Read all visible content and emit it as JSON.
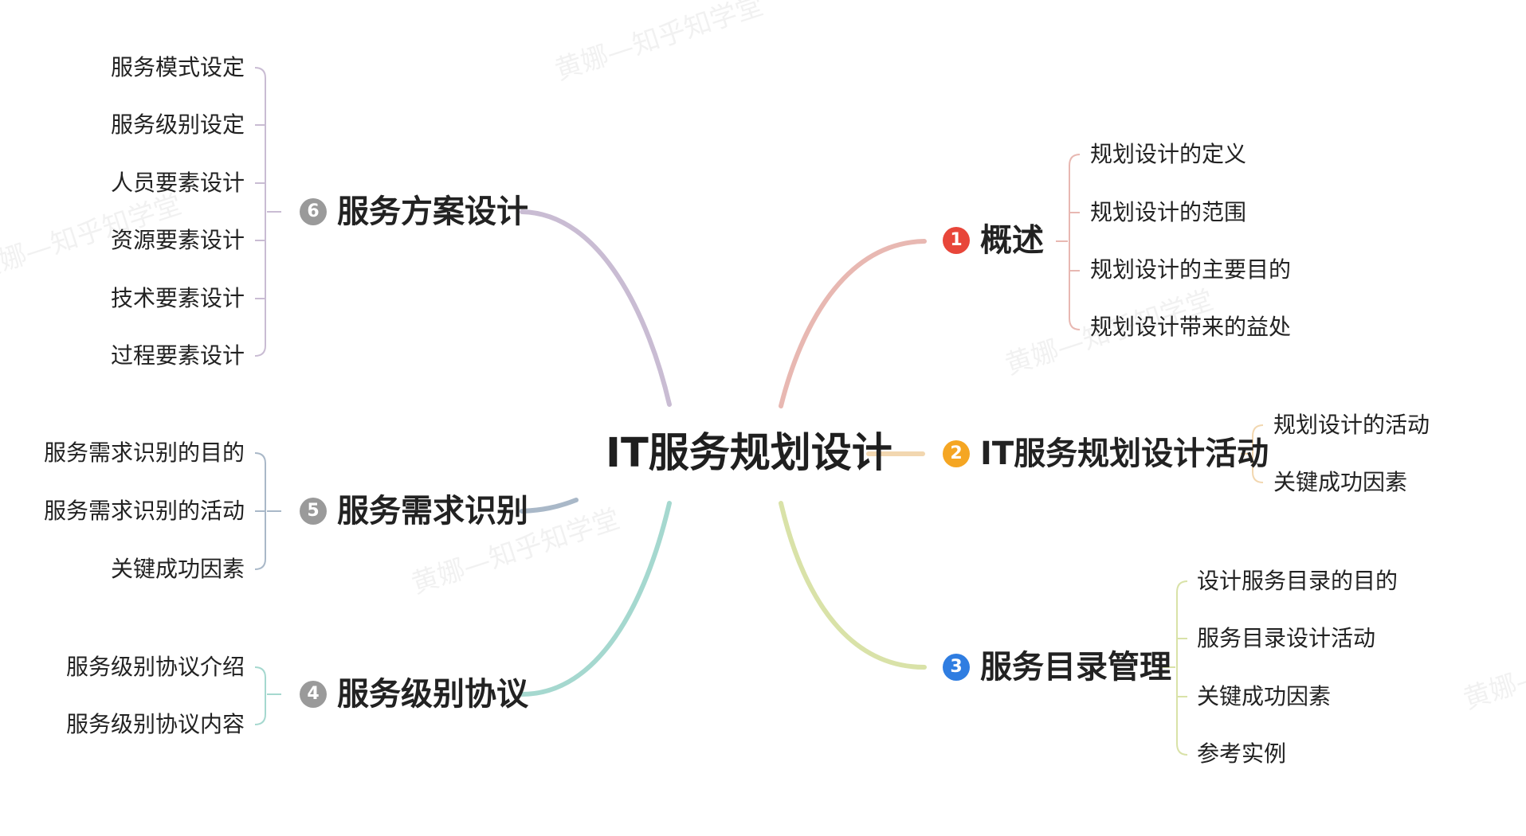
{
  "center": {
    "label": "IT服务规划设计"
  },
  "branches": [
    {
      "id": 1,
      "badge": "1",
      "label": "概述",
      "color": "#e8b8b2",
      "badge_color": "#e8463a",
      "leaves": [
        "规划设计的定义",
        "规划设计的范围",
        "规划设计的主要目的",
        "规划设计带来的益处"
      ]
    },
    {
      "id": 2,
      "badge": "2",
      "label": "IT服务规划设计活动",
      "color": "#f2d7b0",
      "badge_color": "#f5a623",
      "leaves": [
        "规划设计的活动",
        "关键成功因素"
      ]
    },
    {
      "id": 3,
      "badge": "3",
      "label": "服务目录管理",
      "color": "#d9e2a8",
      "badge_color": "#2f7de1",
      "leaves": [
        "设计服务目录的目的",
        "服务目录设计活动",
        "关键成功因素",
        "参考实例"
      ]
    },
    {
      "id": 4,
      "badge": "4",
      "label": "服务级别协议",
      "color": "#a5d8cf",
      "badge_color": "#9a9a9a",
      "leaves": [
        "服务级别协议介绍",
        "服务级别协议内容"
      ]
    },
    {
      "id": 5,
      "badge": "5",
      "label": "服务需求识别",
      "color": "#a9b8c8",
      "badge_color": "#9a9a9a",
      "leaves": [
        "服务需求识别的目的",
        "服务需求识别的活动",
        "关键成功因素"
      ]
    },
    {
      "id": 6,
      "badge": "6",
      "label": "服务方案设计",
      "color": "#c9bcd3",
      "badge_color": "#9a9a9a",
      "leaves": [
        "服务模式设定",
        "服务级别设定",
        "人员要素设计",
        "资源要素设计",
        "技术要素设计",
        "过程要素设计"
      ]
    }
  ],
  "watermark": "黄娜—知乎知学堂"
}
